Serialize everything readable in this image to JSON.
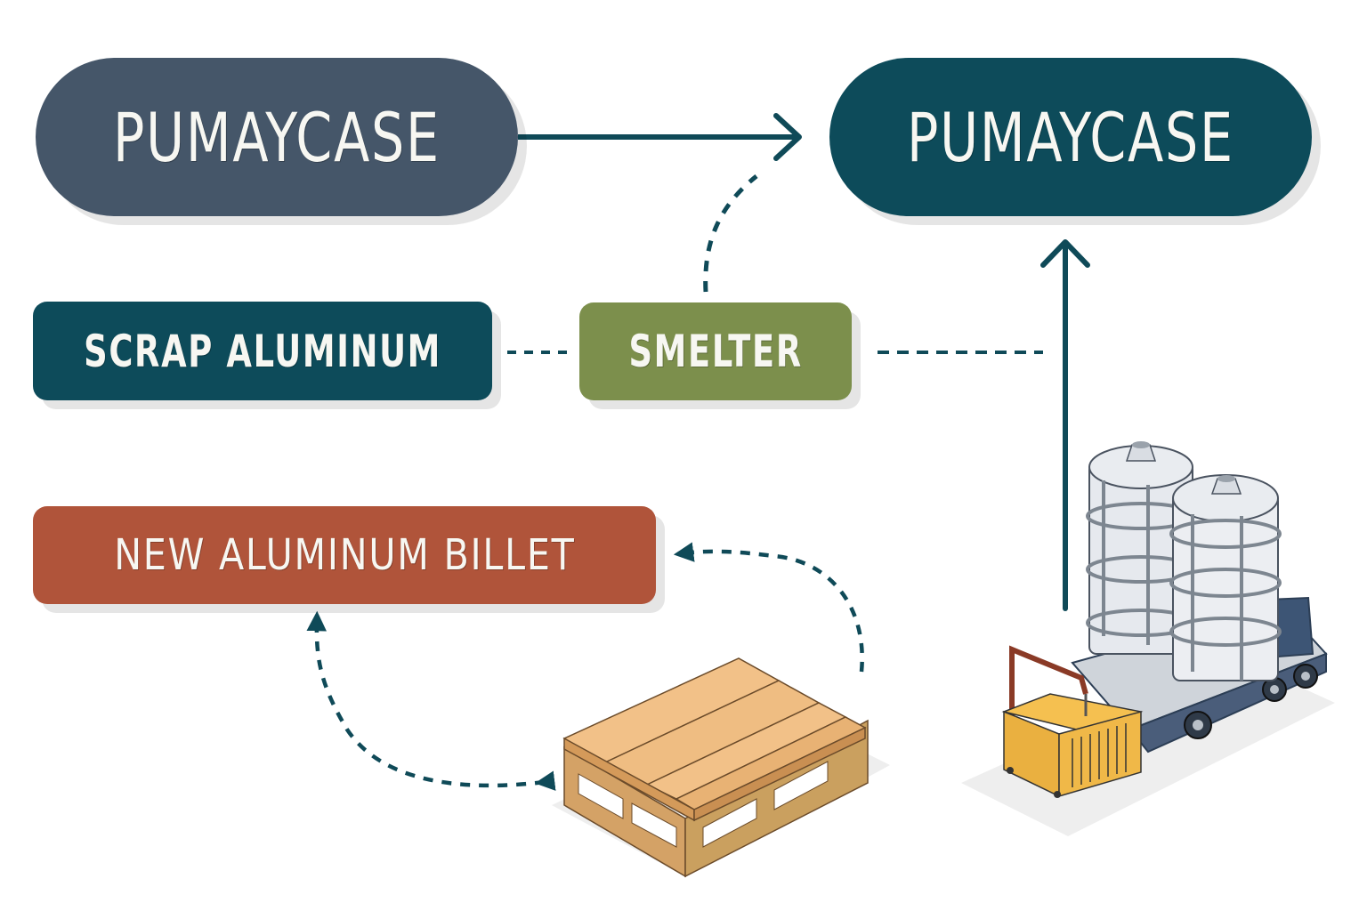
{
  "diagram": {
    "nodes": {
      "source_case": {
        "label": "PUMAYCASE",
        "color": "#455669"
      },
      "target_case": {
        "label": "PUMAYCASE",
        "color": "#0d4b5a"
      },
      "scrap": {
        "label": "SCRAP ALUMINUM",
        "color": "#0d4b5a"
      },
      "smelter": {
        "label": "SMELTER",
        "color": "#7c8f4c"
      },
      "billet": {
        "label": "NEW ALUMINUM BILLET",
        "color": "#b0543a"
      }
    },
    "connector_color": "#0f4a58",
    "edges": [
      {
        "from": "source_case",
        "to": "target_case",
        "style": "solid"
      },
      {
        "from": "smelter",
        "to": "target_case",
        "style": "dashed"
      },
      {
        "from": "scrap",
        "to": "smelter",
        "style": "dashed"
      },
      {
        "from": "smelter",
        "to": "machine",
        "style": "dashed"
      },
      {
        "from": "machine",
        "to": "target_case",
        "style": "solid"
      },
      {
        "from": "pallet",
        "to": "billet",
        "style": "dashed"
      },
      {
        "from": "billet",
        "to": "pallet",
        "style": "dashed"
      }
    ],
    "illustrations": {
      "pallet": "wooden-pallet",
      "machine": "twin-tank-smelting-cart"
    }
  }
}
